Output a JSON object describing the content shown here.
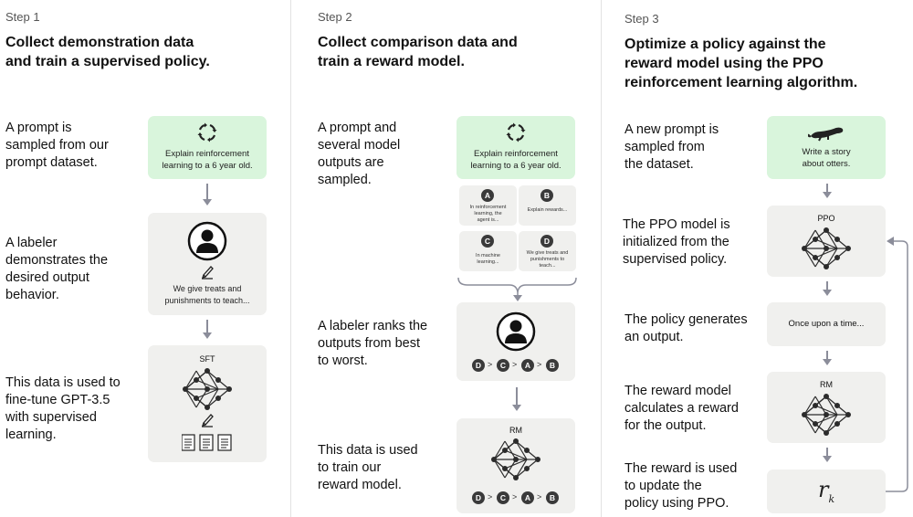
{
  "steps": [
    {
      "label": "Step 1",
      "title_lines": [
        "Collect demonstration data",
        "and train a supervised policy."
      ],
      "descriptions": [
        [
          "A prompt is",
          "sampled from our",
          "prompt dataset."
        ],
        [
          "A labeler",
          "demonstrates the",
          "desired output",
          "behavior."
        ],
        [
          "This data is used to",
          "fine-tune GPT-3.5",
          "with supervised",
          "learning."
        ]
      ],
      "prompt_lines": [
        "Explain reinforcement",
        "learning to a 6 year old."
      ],
      "demo_lines": [
        "We give treats and",
        "punishments to teach..."
      ],
      "model_label": "SFT"
    },
    {
      "label": "Step 2",
      "title_lines": [
        "Collect comparison data and",
        "train a reward model."
      ],
      "descriptions": [
        [
          "A prompt and",
          "several model",
          "outputs are",
          "sampled."
        ],
        [
          "A labeler ranks the",
          "outputs from best",
          "to worst."
        ],
        [
          "This data is used",
          "to train our",
          "reward model."
        ]
      ],
      "prompt_lines": [
        "Explain reinforcement",
        "learning to a 6 year old."
      ],
      "outputs": [
        {
          "letter": "A",
          "lines": [
            "In reinforcement",
            "learning, the",
            "agent is..."
          ]
        },
        {
          "letter": "B",
          "lines": [
            "Explain rewards..."
          ]
        },
        {
          "letter": "C",
          "lines": [
            "In machine",
            "learning..."
          ]
        },
        {
          "letter": "D",
          "lines": [
            "We give treats and",
            "punishments to",
            "teach..."
          ]
        }
      ],
      "ranking": [
        "D",
        "C",
        "A",
        "B"
      ],
      "rank_separator": ">",
      "model_label": "RM"
    },
    {
      "label": "Step 3",
      "title_lines": [
        "Optimize a policy against the",
        "reward model using the PPO",
        "reinforcement learning algorithm."
      ],
      "descriptions": [
        [
          "A new prompt is",
          "sampled from",
          "the dataset."
        ],
        [
          "The PPO model is",
          "initialized from the",
          "supervised policy."
        ],
        [
          "The policy generates",
          "an output."
        ],
        [
          "The reward model",
          "calculates a reward",
          "for the output."
        ],
        [
          "The reward is used",
          "to update the",
          "policy using PPO."
        ]
      ],
      "prompt_lines": [
        "Write a story",
        "about otters."
      ],
      "ppo_label": "PPO",
      "output_text": "Once upon a time...",
      "rm_label": "RM",
      "reward_symbol": "r",
      "reward_subscript": "k"
    }
  ],
  "colors": {
    "prompt_box": "#d9f5dc",
    "box": "#f0f0ee",
    "arrow": "#8b8d9a"
  }
}
